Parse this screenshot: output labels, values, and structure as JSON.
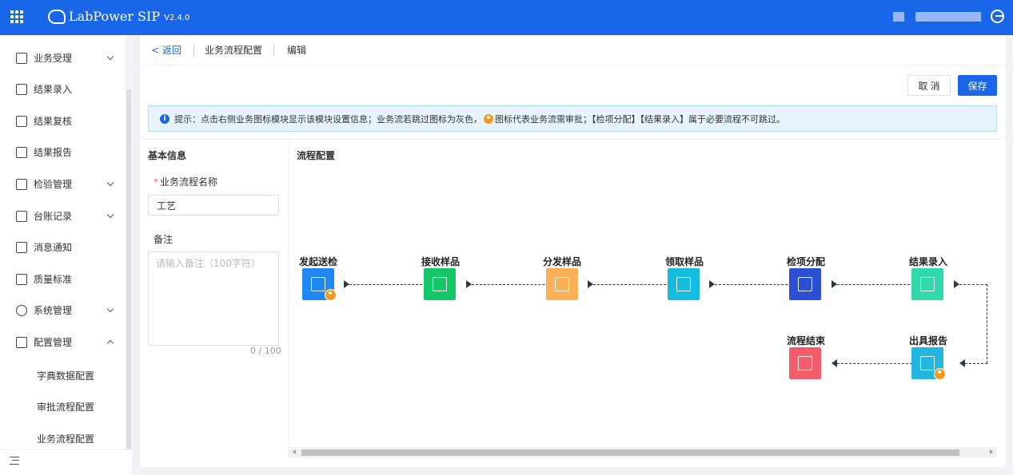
{
  "app": {
    "title": "LabPower SIP",
    "version": "V2.4.0"
  },
  "sidebar": {
    "items": [
      {
        "label": "业务受理",
        "expandable": true
      },
      {
        "label": "结果录入",
        "expandable": false
      },
      {
        "label": "结果复核",
        "expandable": false
      },
      {
        "label": "结果报告",
        "expandable": false
      },
      {
        "label": "检验管理",
        "expandable": true
      },
      {
        "label": "台账记录",
        "expandable": true
      },
      {
        "label": "消息通知",
        "expandable": false
      },
      {
        "label": "质量标准",
        "expandable": false
      },
      {
        "label": "系统管理",
        "expandable": true
      },
      {
        "label": "配置管理",
        "expandable": true,
        "expanded": true
      }
    ],
    "sub_items": [
      "字典数据配置",
      "审批流程配置",
      "业务流程配置"
    ]
  },
  "breadcrumb": {
    "back": "< 返回",
    "page": "业务流程配置",
    "mode": "编辑"
  },
  "actions": {
    "cancel": "取 消",
    "save": "保存"
  },
  "tip": {
    "part1": "提示：点击右侧业务图标模块显示该模块设置信息；业务流若跳过图标为灰色，",
    "part2": "图标代表业务流需审批；【检项分配】【结果录入】属于必要流程不可跳过。"
  },
  "basic_info": {
    "title": "基本信息",
    "name_label": "业务流程名称",
    "name_value": "工艺",
    "remark_label": "备注",
    "remark_placeholder": "请输入备注（100字符）",
    "counter": "0 / 100"
  },
  "flow": {
    "title": "流程配置",
    "nodes": [
      {
        "label": "发起送检",
        "color": "#1e88f5",
        "icon": "send-icon",
        "approval": true
      },
      {
        "label": "接收样品",
        "color": "#14c869",
        "icon": "receive-sample-icon",
        "approval": false
      },
      {
        "label": "分发样品",
        "color": "#fbb057",
        "icon": "distribute-sample-icon",
        "approval": false
      },
      {
        "label": "领取样品",
        "color": "#16bce0",
        "icon": "collect-sample-icon",
        "approval": false
      },
      {
        "label": "检项分配",
        "color": "#2b50d4",
        "icon": "shuffle-icon",
        "approval": false
      },
      {
        "label": "结果录入",
        "color": "#2fd9ac",
        "icon": "result-entry-icon",
        "approval": false
      },
      {
        "label": "出具报告",
        "color": "#22b6e0",
        "icon": "report-icon",
        "approval": true
      },
      {
        "label": "流程结束",
        "color": "#f35d6b",
        "icon": "trash-icon",
        "approval": false
      }
    ]
  }
}
